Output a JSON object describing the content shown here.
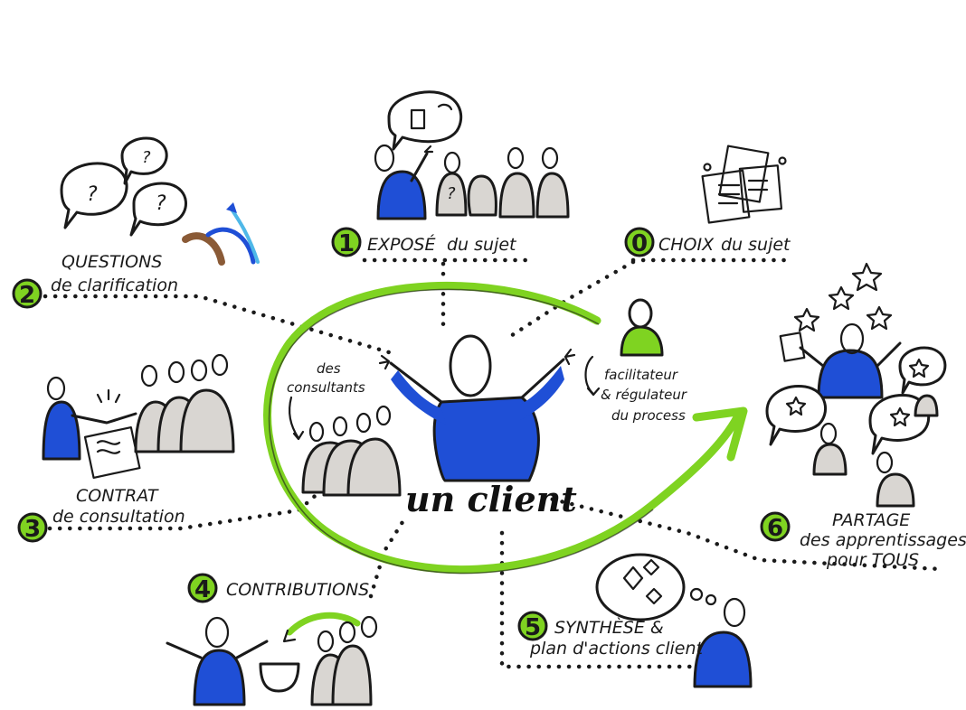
{
  "center": {
    "title": "un client"
  },
  "consultants": {
    "label_line1": "des",
    "label_line2": "consultants"
  },
  "facilitator": {
    "line1": "facilitateur",
    "line2": "& régulateur",
    "line3": "du process"
  },
  "steps": [
    {
      "number": "0",
      "title": "CHOIX",
      "subtitle": "du sujet"
    },
    {
      "number": "1",
      "title": "EXPOSÉ",
      "subtitle": "du sujet"
    },
    {
      "number": "2",
      "title": "QUESTIONS",
      "subtitle": "de clarification"
    },
    {
      "number": "3",
      "title": "CONTRAT",
      "subtitle": "de consultation"
    },
    {
      "number": "4",
      "title": "CONTRIBUTIONS",
      "subtitle": ""
    },
    {
      "number": "5",
      "title": "SYNTHÈSE &",
      "subtitle": "plan d'actions client"
    },
    {
      "number": "6",
      "title": "PARTAGE",
      "subtitle": "des apprentissages",
      "subtitle2": "pour TOUS"
    }
  ],
  "icons": {
    "question_mark": "?"
  },
  "colors": {
    "accent_green": "#7fd321",
    "client_blue": "#1f4fd6",
    "ink": "#1a1a1a",
    "grey": "#d9d6d2",
    "star_teal": "#2ec9b8"
  }
}
